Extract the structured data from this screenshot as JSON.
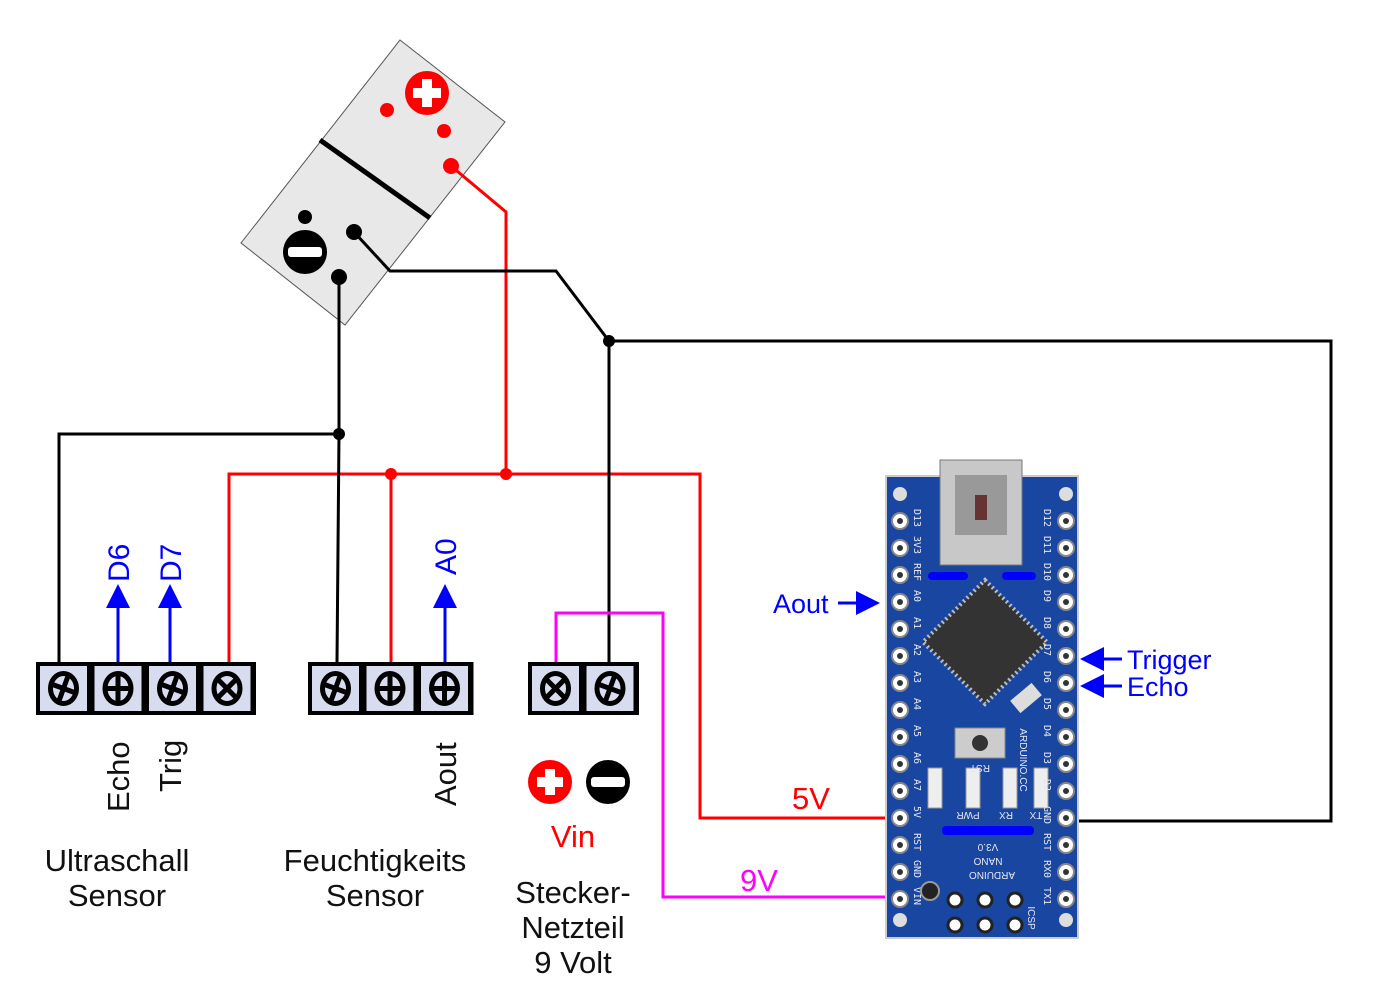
{
  "colors": {
    "red": "#ff0000",
    "black": "#000000",
    "blue": "#0000ff",
    "magenta": "#ff00ff",
    "terminal": "#d7dcef",
    "relay": "#e8e8e8",
    "board": "#1846a0"
  },
  "relay": {
    "plus_icon": "plus-circle-icon",
    "minus_icon": "minus-circle-icon"
  },
  "ultrasonic": {
    "title_line1": "Ultraschall",
    "title_line2": "Sensor",
    "pins": [
      "Echo",
      "Trig"
    ],
    "signals": [
      "D6",
      "D7"
    ]
  },
  "moisture": {
    "title_line1": "Feuchtigkeits",
    "title_line2": "Sensor",
    "pin": "Aout",
    "signal": "A0"
  },
  "power": {
    "vin": "Vin",
    "title_line1": "Stecker-",
    "title_line2": "Netzteil",
    "title_line3": "9 Volt"
  },
  "wires": {
    "v5": "5V",
    "v9": "9V"
  },
  "arduino": {
    "left_pins": [
      "D13",
      "3V3",
      "REF",
      "A0",
      "A1",
      "A2",
      "A3",
      "A4",
      "A5",
      "A6",
      "A7",
      "5V",
      "RST",
      "GND",
      "VIN"
    ],
    "right_pins": [
      "D12",
      "D11",
      "D10",
      "D9",
      "D8",
      "D7",
      "D6",
      "D5",
      "D4",
      "D3",
      "D2",
      "GND",
      "RST",
      "RX0",
      "TX1"
    ],
    "board_text": [
      "ARDUINO",
      "NANO",
      "V3.0",
      "ARDUINO.CC",
      "RST",
      "PWR",
      "RX",
      "TX",
      "ICSP"
    ],
    "annotations": {
      "aout": "Aout",
      "trigger": "Trigger",
      "echo": "Echo"
    }
  }
}
